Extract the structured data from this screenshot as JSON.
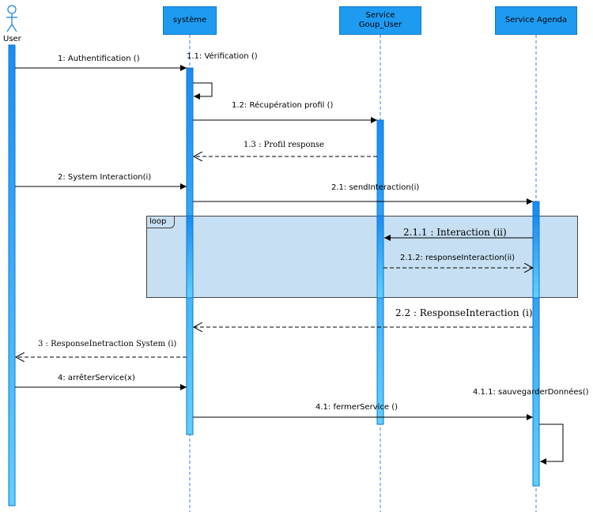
{
  "participants": {
    "user": {
      "label": "User"
    },
    "systeme": {
      "label": "système"
    },
    "service_group": {
      "label_line1": "Service",
      "label_line2": "Goup_User"
    },
    "service_agenda": {
      "label": "Service Agenda"
    }
  },
  "frame": {
    "label": "loop"
  },
  "messages": {
    "m1": "1: Authentification ()",
    "m1_1": "1.1: Vérification ()",
    "m1_2": "1.2: Récupération profil ()",
    "m1_3": "1.3 : Profil response",
    "m2": "2: System Interaction(i)",
    "m2_1": "2.1: sendInteraction(i)",
    "m2_1_1": "2.1.1 : Interaction (ii)",
    "m2_1_2": "2.1.2: responseInteraction(ii)",
    "m2_2": "2.2 : ResponseInteraction (i)",
    "m3": "3 : ResponseInetraction System (i)",
    "m4": "4: arrêterService(x)",
    "m4_1": "4.1: fermerService ()",
    "m4_1_1": "4.1.1: sauvegarderDonnées()"
  },
  "colors": {
    "participant_fill": "#1e9bf0",
    "participant_border": "#1274c9",
    "activation_fill": "#1e9bf0",
    "lifeline": "#3f7fd6",
    "loop_fill": "#c6dff2",
    "line": "#000000"
  }
}
